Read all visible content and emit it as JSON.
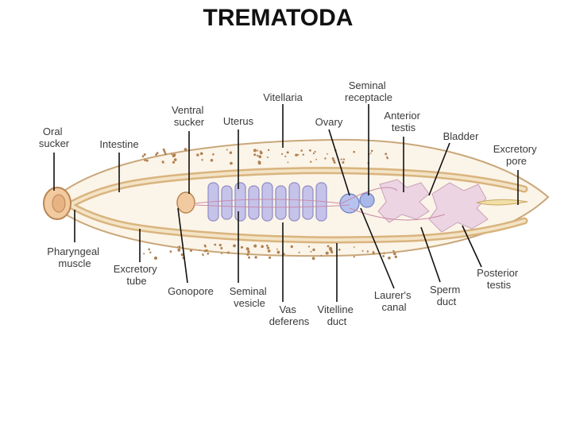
{
  "title": "TREMATODA",
  "colors": {
    "body_outline": "#c9a77a",
    "body_fill": "#fbf4e8",
    "intestine": "#d9b47e",
    "uterus": "#a9a6d8",
    "testis": "#e8c7d8",
    "vitellaria": "#b08050",
    "leader": "#111111"
  },
  "labels": {
    "oral_sucker": [
      "Oral",
      "sucker"
    ],
    "intestine": [
      "Intestine"
    ],
    "ventral_sucker": [
      "Ventral",
      "sucker"
    ],
    "uterus": [
      "Uterus"
    ],
    "vitellaria": [
      "Vitellaria"
    ],
    "seminal_receptacle": [
      "Seminal",
      "receptacle"
    ],
    "ovary": [
      "Ovary"
    ],
    "anterior_testis": [
      "Anterior",
      "testis"
    ],
    "bladder": [
      "Bladder"
    ],
    "excretory_pore": [
      "Excretory",
      "pore"
    ],
    "pharyngeal_muscle": [
      "Pharyngeal",
      "muscle"
    ],
    "excretory_tube": [
      "Excretory",
      "tube"
    ],
    "gonopore": [
      "Gonopore"
    ],
    "seminal_vesicle": [
      "Seminal",
      "vesicle"
    ],
    "vas_deferens": [
      "Vas",
      "deferens"
    ],
    "vitelline_duct": [
      "Vitelline",
      "duct"
    ],
    "laurers_canal": [
      "Laurer's",
      "canal"
    ],
    "sperm_duct": [
      "Sperm",
      "duct"
    ],
    "posterior_testis": [
      "Posterior",
      "testis"
    ]
  }
}
